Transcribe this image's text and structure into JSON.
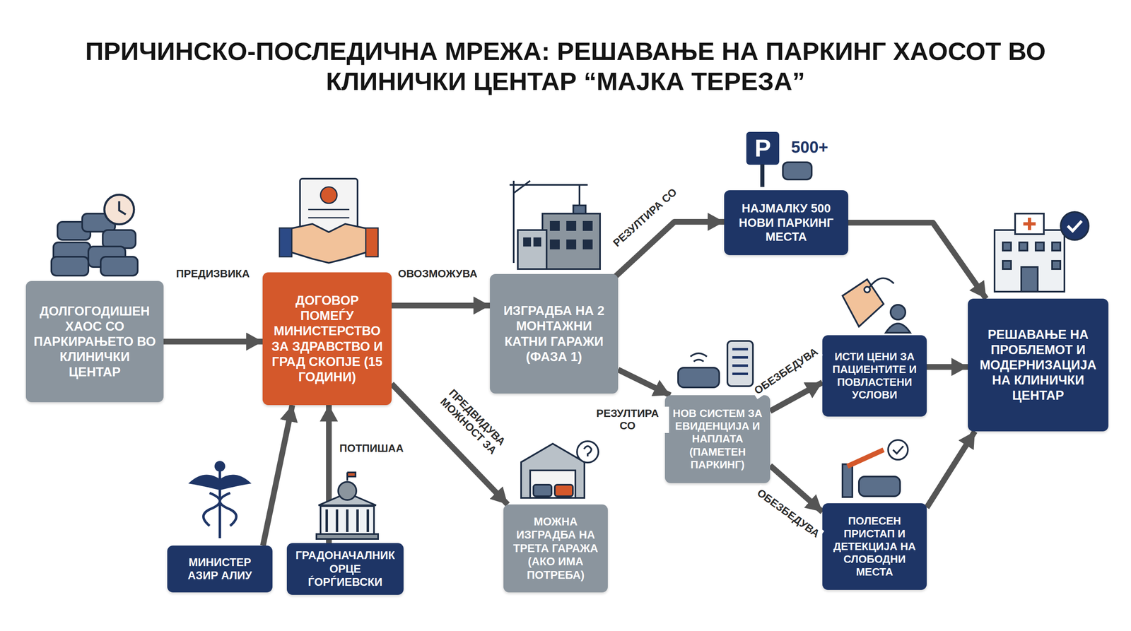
{
  "diagram": {
    "title": "ПРИЧИНСКО-ПОСЛЕДИЧНА МРЕЖА: РЕШАВАЊЕ НА ПАРКИНГ ХАОСОТ ВО КЛИНИЧКИ ЦЕНТАР “МАЈКА ТЕРЕЗА”",
    "nodes": [
      {
        "text": [
          "ДОЛГОГОДИШЕН ХАОС СО ПАРКИРАЊЕТО ВО КЛИНИЧКИ ЦЕНТАР"
        ]
      },
      {
        "text": [
          "ДОГОВОР ПОМЕЃУ МИНИСТЕРСТВО ЗА ЗДРАВСТВО И ГРАД СКОПЈЕ (15 ГОДИНИ)"
        ]
      },
      {
        "text": [
          "МИНИСТЕР АЗИР АЛИУ"
        ]
      },
      {
        "text": [
          "ГРАДОНАЧАЛНИК ОРЦЕ ЃОРЃИЕВСКИ"
        ]
      },
      {
        "text": [
          "ИЗГРАДБА НА 2 МОНТАЖНИ КАТНИ ГАРАЖИ (ФАЗА 1)"
        ]
      },
      {
        "text": [
          "МОЖНА ИЗГРАДБА НА ТРЕТА ГАРАЖА (АКО ИМА ПОТРЕБА)"
        ]
      },
      {
        "text": [
          "НАЈМАЛКУ 500 НОВИ ПАРКИНГ МЕСТА"
        ]
      },
      {
        "text": [
          "НОВ СИСТЕМ ЗА ЕВИДЕНЦИЈА И НАПЛАТА (ПАМЕТЕН ПАРКИНГ)"
        ]
      },
      {
        "text": [
          "ИСТИ ЦЕНИ ЗА ПАЦИЕНТИТЕ И ПОВЛАСТЕНИ УСЛОВИ"
        ]
      },
      {
        "text": [
          "ПОЛЕСЕН ПРИСТАП И ДЕТЕКЦИЈА НА СЛОБОДНИ МЕСТА"
        ]
      },
      {
        "text": [
          "РЕШАВАЊЕ НА ПРОБЛЕМОТ И МОДЕРНИЗАЦИЈА НА КЛИНИЧКИ ЦЕНТАР"
        ]
      }
    ],
    "edges": [
      {
        "from": 0,
        "to": 1,
        "label": "ПРЕДИЗВИКА",
        "arrow": "to"
      },
      {
        "from": 1,
        "to": 4,
        "label": "ОВОЗМОЖУВА",
        "arrow": "to"
      },
      {
        "from": 1,
        "to": 5,
        "label": "ПРЕДВИДУВА МОЖНОСТ ЗА",
        "arrow": "to"
      },
      {
        "from": 2,
        "to": 1,
        "arrow": "to"
      },
      {
        "from": 3,
        "to": 1,
        "label": "ПОТПИШАА",
        "arrow": "to"
      },
      {
        "from": 4,
        "to": 6,
        "label": "РЕЗУЛТИРА СО",
        "arrow": "to"
      },
      {
        "from": 4,
        "to": 7,
        "label": "РЕЗУЛТИРА СО",
        "arrow": "to"
      },
      {
        "from": 7,
        "to": 8,
        "label": "ОБЕЗБЕДУВА",
        "arrow": "to"
      },
      {
        "from": 7,
        "to": 9,
        "label": "ОБЕЗБЕДУВА",
        "arrow": "to"
      },
      {
        "from": 6,
        "to": 10,
        "arrow": "to"
      },
      {
        "from": 8,
        "to": 10,
        "arrow": "to"
      },
      {
        "from": 9,
        "to": 10,
        "arrow": "to"
      }
    ],
    "labels": [
      "P",
      "500+"
    ]
  }
}
